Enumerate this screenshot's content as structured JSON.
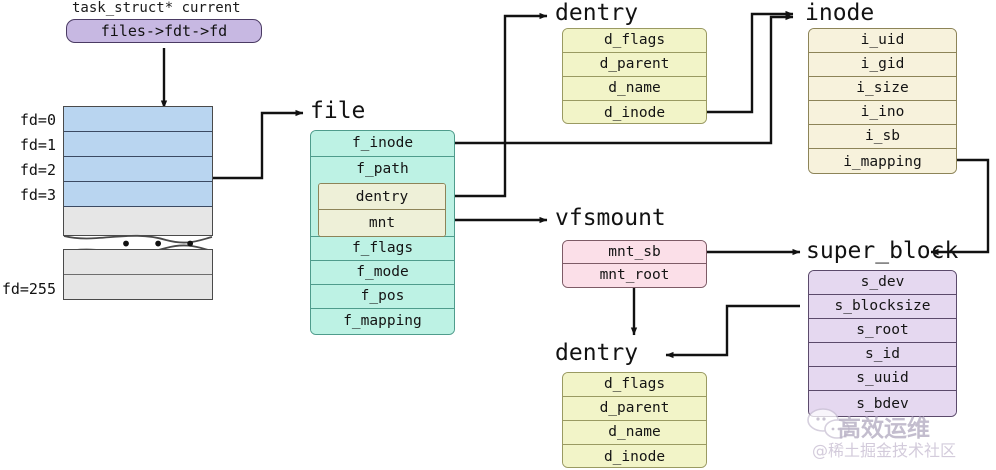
{
  "diagram": {
    "title_caption": "task_struct* current",
    "fdt_pointer_label": "files->fdt->fd"
  },
  "fd_table": {
    "labels": [
      "fd=0",
      "fd=1",
      "fd=2",
      "fd=3",
      "fd=255"
    ],
    "ellipsis": "• • •"
  },
  "structs": {
    "file": {
      "title": "file",
      "fields": [
        "f_inode",
        "f_path",
        "f_flags",
        "f_mode",
        "f_pos",
        "f_mapping"
      ],
      "nested": [
        "dentry",
        "mnt"
      ],
      "color": "#bdf2e4"
    },
    "dentry_top": {
      "title": "dentry",
      "fields": [
        "d_flags",
        "d_parent",
        "d_name",
        "d_inode"
      ],
      "color": "#f2f4c8"
    },
    "dentry_bottom": {
      "title": "dentry",
      "fields": [
        "d_flags",
        "d_parent",
        "d_name",
        "d_inode"
      ],
      "color": "#f2f4c8"
    },
    "inode": {
      "title": "inode",
      "fields": [
        "i_uid",
        "i_gid",
        "i_size",
        "i_ino",
        "i_sb",
        "i_mapping"
      ],
      "color": "#f7f2dc"
    },
    "vfsmount": {
      "title": "vfsmount",
      "fields": [
        "mnt_sb",
        "mnt_root"
      ],
      "color": "#fbdfe8"
    },
    "super_block": {
      "title": "super_block",
      "fields": [
        "s_dev",
        "s_blocksize",
        "s_root",
        "s_id",
        "s_uuid",
        "s_bdev"
      ],
      "color": "#e5d8f0"
    }
  },
  "watermark": {
    "main": "高效运维",
    "sub": "@稀土掘金技术社区"
  }
}
